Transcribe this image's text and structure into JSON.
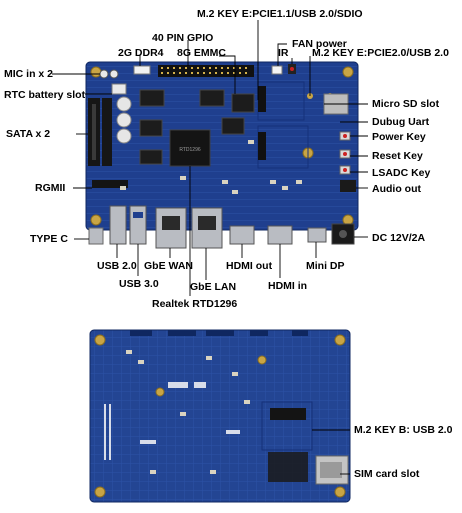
{
  "top_board": {
    "labels": {
      "m2_key_e_pcie11": "M.2 KEY E:PCIE1.1/USB 2.0/SDIO",
      "gpio_40pin": "40 PIN GPIO",
      "fan_power": "FAN power",
      "ddr4_2g": "2G DDR4",
      "emmc_8g": "8G EMMC",
      "ir": "IR",
      "m2_key_e_pcie20": "M.2 KEY E:PCIE2.0/USB 2.0",
      "mic_x2": "MIC in x 2",
      "rtc_battery": "RTC battery slot",
      "micro_sd": "Micro SD slot",
      "debug_uart": "Dubug Uart",
      "sata_x2": "SATA x 2",
      "power_key": "Power Key",
      "reset_key": "Reset Key",
      "lsadc_key": "LSADC Key",
      "rgmii": "RGMII",
      "audio_out": "Audio out",
      "type_c": "TYPE C",
      "dc_power": "DC 12V/2A",
      "usb20": "USB 2.0",
      "gbe_wan": "GbE WAN",
      "gbe_lan": "GbE LAN",
      "hdmi_out": "HDMI out",
      "mini_dp": "Mini DP",
      "usb30": "USB 3.0",
      "hdmi_in": "HDMI in",
      "realtek": "Realtek RTD1296"
    }
  },
  "bottom_board": {
    "labels": {
      "m2_key_b": "M.2 KEY B: USB 2.0",
      "sim_slot": "SIM card slot"
    }
  },
  "colors": {
    "pcb": "#1f3f8e",
    "pcb_dark": "#15306f",
    "chip": "#1c1c1c",
    "port_metal": "#b9bcc2",
    "accent_red": "#cc2222"
  }
}
